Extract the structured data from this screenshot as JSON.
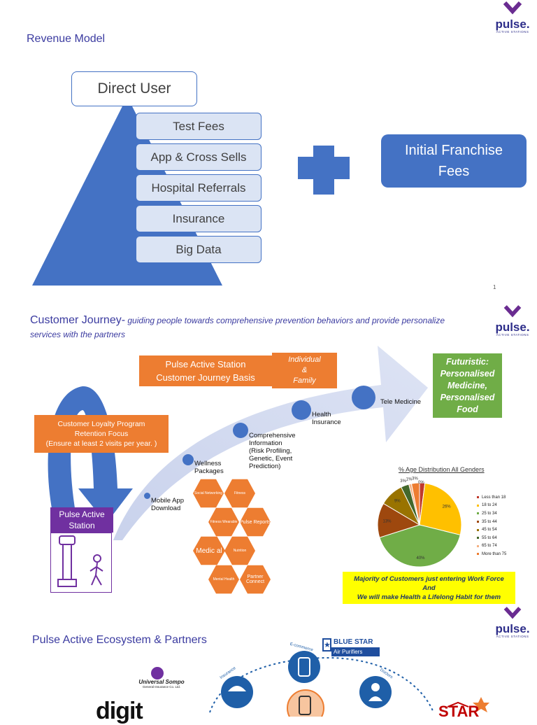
{
  "logo": {
    "text": "pulse.",
    "sub": "ACTIVE STATIONS",
    "color": "#2e2e8a",
    "accent": "#6a2c91"
  },
  "section1": {
    "title": "Revenue Model",
    "top_box": "Direct User",
    "layers": [
      "Test Fees",
      "App & Cross Sells",
      "Hospital Referrals",
      "Insurance",
      "Big Data"
    ],
    "right_box_line1": "Initial Franchise",
    "right_box_line2": "Fees",
    "page_number": "1",
    "colors": {
      "blue": "#4472c4",
      "light": "#dbe4f4"
    }
  },
  "section2": {
    "title_main": "Customer Journey-",
    "title_sub": " guiding people towards comprehensive prevention behaviors and provide personalize services with the partners",
    "station_box_line1": "Pulse Active Station",
    "station_box_line2": "Customer Journey Basis",
    "individual_line1": "Individual",
    "individual_line2": "&",
    "individual_line3": "Family",
    "futuristic_line1": "Futuristic:",
    "futuristic_line2": "Personalised",
    "futuristic_line3": "Medicine,",
    "futuristic_line4": "Personalised",
    "futuristic_line5": "Food",
    "loyalty_line1": "Customer Loyalty Program",
    "loyalty_line2": "Retention Focus",
    "loyalty_line3": "(Ensure at least 2 visits per year. )",
    "pulse_station_line1": "Pulse Active",
    "pulse_station_line2": "Station",
    "steps": {
      "mobile_line1": "Mobile App",
      "mobile_line2": "Download",
      "wellness_line1": "Wellness",
      "wellness_line2": "Packages",
      "comprehensive_line1": "Comprehensive",
      "comprehensive_line2": "Information",
      "comprehensive_line3": "(Risk Profiling,",
      "comprehensive_line4": "Genetic, Event",
      "comprehensive_line5": "Prediction)",
      "health_line1": "Health",
      "health_line2": "Insurance",
      "tele": "Tele Medicine"
    },
    "hexes": {
      "social": "Social Networking",
      "fitness": "Fitness",
      "fitness_wearable": "Fitness Wearable",
      "pulse_reports": "Pulse Reports",
      "medical": "Medic al",
      "nutrition": "Nutrition",
      "mental": "Mental Health",
      "partner": "Partner Connect"
    },
    "highlight_line1": "Majority of Customers just entering Work Force",
    "highlight_line2": "And",
    "highlight_line3": "We will make Health a Lifelong Habit for them"
  },
  "chart_data": {
    "type": "pie",
    "title": "% Age Distribution All Genders",
    "categories": [
      "Less than 18",
      "18 to 24",
      "25 to 34",
      "35 to 44",
      "45 to 54",
      "55 to 64",
      "65 to 74",
      "More than 75"
    ],
    "values": [
      2,
      26,
      40,
      13,
      9,
      3,
      1,
      3
    ],
    "labels": [
      "",
      "26%",
      "40%",
      "13%",
      "9%",
      "3%",
      "1%",
      "3%"
    ],
    "extra_label": "0%",
    "colors": [
      "#c0392b",
      "#ffc000",
      "#70ad47",
      "#9e480e",
      "#997300",
      "#43682b",
      "#f4b183",
      "#ed7d31"
    ],
    "legend": "right"
  },
  "section3": {
    "title": "Pulse Active Ecosystem & Partners",
    "bluestar_line1": "BLUE STAR",
    "bluestar_line2": "Air Purifiers",
    "universal_line1": "Universal Sompo",
    "universal_line2": "General Insurance Co. Ltd.",
    "digit": "digit",
    "star": "STAR",
    "arc_labels": {
      "insurance": "Insurance",
      "ecommerce": "E-commerce",
      "doctors": "Doctors"
    }
  }
}
